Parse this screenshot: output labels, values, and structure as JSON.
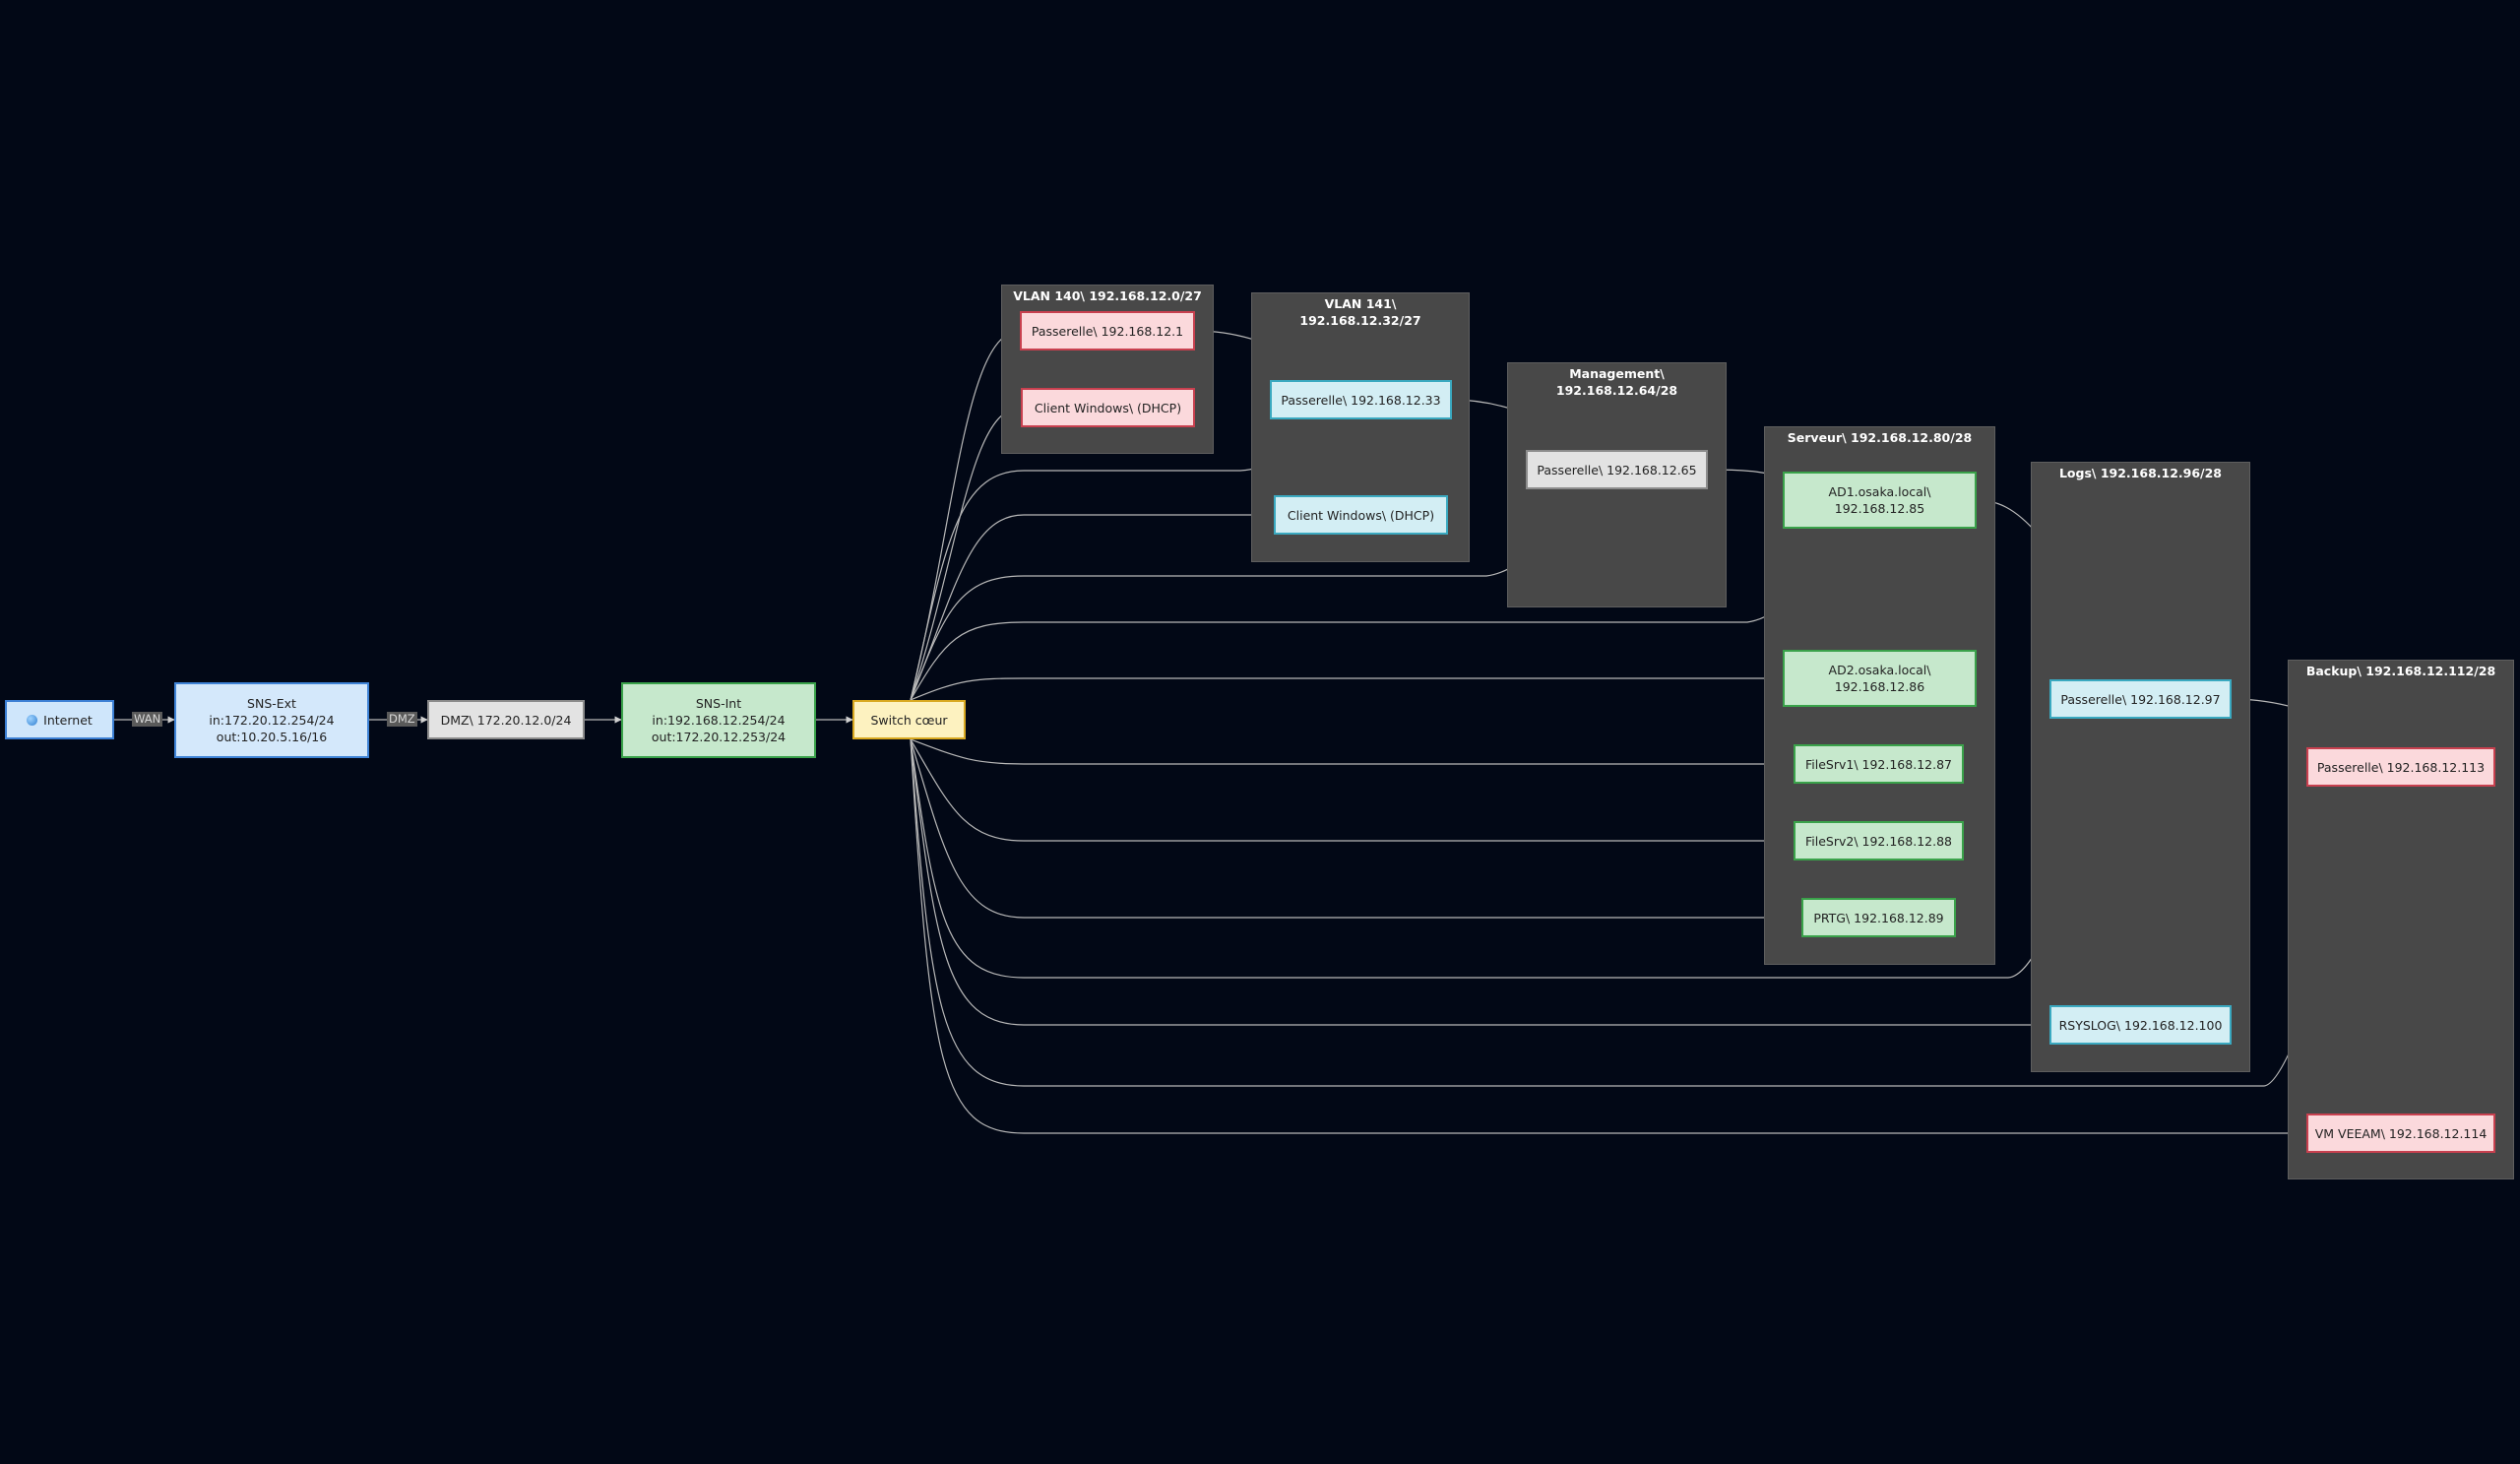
{
  "clusters": {
    "vlan140": {
      "title": "VLAN 140\\ 192.168.12.0/27"
    },
    "vlan141": {
      "title": "VLAN 141\\\n192.168.12.32/27"
    },
    "management": {
      "title": "Management\\\n192.168.12.64/28"
    },
    "serveur": {
      "title": "Serveur\\ 192.168.12.80/28"
    },
    "logs": {
      "title": "Logs\\ 192.168.12.96/28"
    },
    "backup": {
      "title": "Backup\\ 192.168.12.112/28"
    }
  },
  "nodes": {
    "internet": "Internet",
    "sns_ext": "SNS-Ext\nin:172.20.12.254/24\nout:10.20.5.16/16",
    "dmz": "DMZ\\ 172.20.12.0/24",
    "sns_int": "SNS-Int\nin:192.168.12.254/24\nout:172.20.12.253/24",
    "switch": "Switch cœur",
    "gw140": "Passerelle\\ 192.168.12.1",
    "client140": "Client Windows\\ (DHCP)",
    "gw141": "Passerelle\\ 192.168.12.33",
    "client141": "Client Windows\\ (DHCP)",
    "gwmgmt": "Passerelle\\ 192.168.12.65",
    "ad1": "AD1.osaka.local\\\n192.168.12.85",
    "ad2": "AD2.osaka.local\\\n192.168.12.86",
    "filesrv1": "FileSrv1\\ 192.168.12.87",
    "filesrv2": "FileSrv2\\ 192.168.12.88",
    "prtg": "PRTG\\ 192.168.12.89",
    "gwlogs": "Passerelle\\ 192.168.12.97",
    "rsyslog": "RSYSLOG\\ 192.168.12.100",
    "gwbackup": "Passerelle\\ 192.168.12.113",
    "veeam": "VM VEEAM\\ 192.168.12.114"
  },
  "edge_labels": {
    "wan": "WAN",
    "dmz": "DMZ"
  },
  "colors": {
    "edge": "#b8b8b8",
    "background": "#020816",
    "cluster": "#484848"
  },
  "icons": {
    "internet": "globe-icon"
  }
}
